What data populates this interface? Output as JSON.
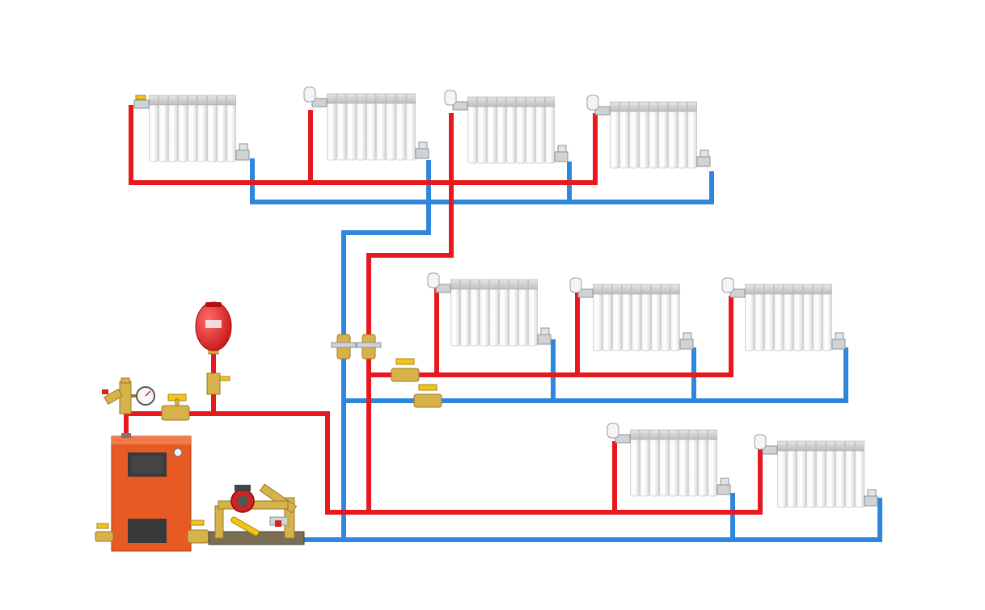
{
  "diagram": {
    "colors": {
      "supply": "#e8191e",
      "return": "#2f86dd",
      "radiator": "#eeeeee",
      "boiler": "#e85a24",
      "expansion_tank": "#e51c1c",
      "brass": "#d7b24a"
    },
    "components": [
      {
        "id": "boiler",
        "type": "solid-fuel boiler"
      },
      {
        "id": "expansion-tank",
        "type": "expansion tank"
      },
      {
        "id": "circulation-pump",
        "type": "circulation pump with bypass"
      },
      {
        "id": "safety-group",
        "type": "pressure gauge and safety valve"
      },
      {
        "id": "radiators-floor-3",
        "count": 4
      },
      {
        "id": "radiators-floor-2",
        "count": 3
      },
      {
        "id": "radiators-floor-1",
        "count": 2
      }
    ]
  }
}
